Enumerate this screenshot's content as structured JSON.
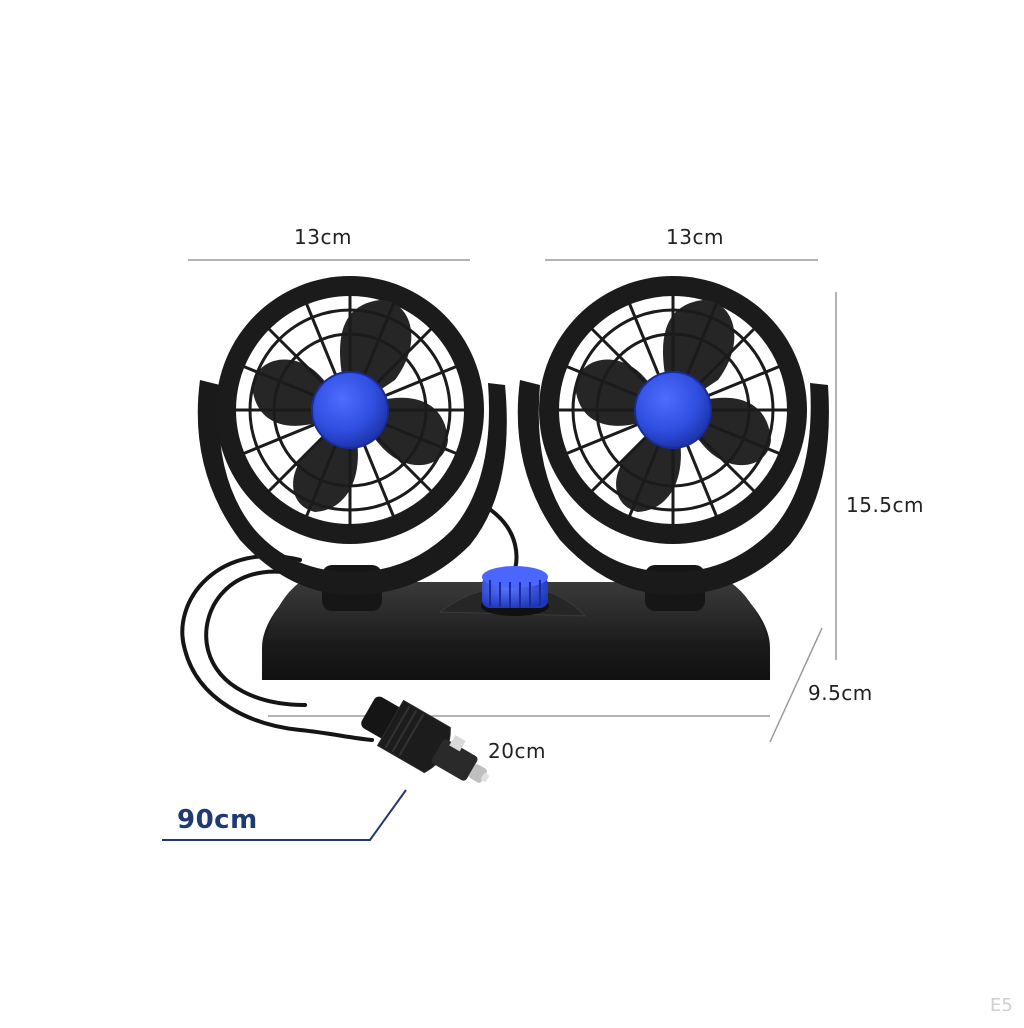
{
  "dimensions": {
    "left_fan_width": "13cm",
    "right_fan_width": "13cm",
    "height": "15.5cm",
    "depth": "9.5cm",
    "base_width": "20cm",
    "cable_length": "90cm"
  },
  "watermark": "E5",
  "colors": {
    "hub_blue": "#2f4fe0",
    "fan_black": "#1b1b1b",
    "dimension_line": "#9a9a9a",
    "cable_label": "#1f3a73"
  }
}
